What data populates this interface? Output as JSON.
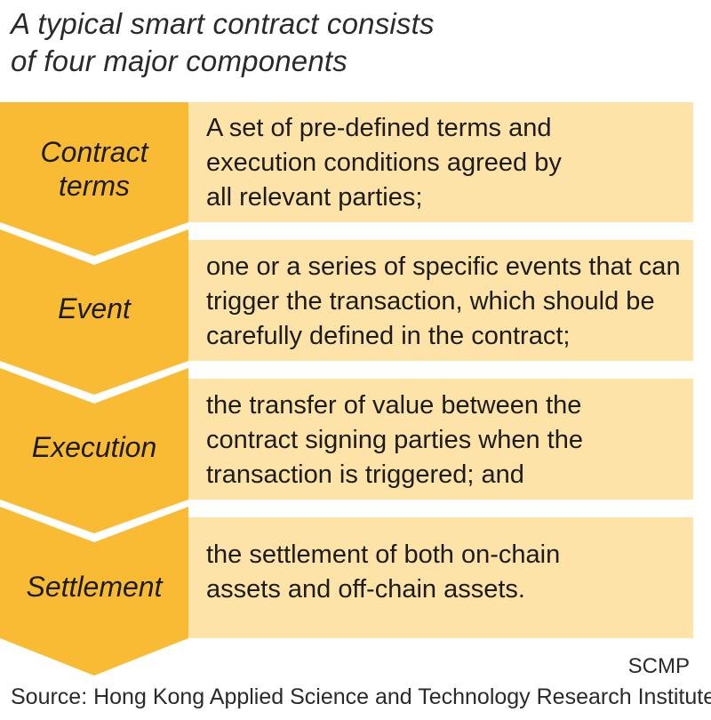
{
  "title": {
    "lines": [
      "A typical smart contract consists",
      "of four major components"
    ]
  },
  "colors": {
    "arrow": "#f9bb33",
    "description_bg": "#fde3a7",
    "text": "#1c1c1c"
  },
  "components": [
    {
      "label": [
        "Contract",
        "terms"
      ],
      "description": [
        "A set of pre-defined terms and",
        "execution conditions agreed by",
        "all relevant parties;"
      ]
    },
    {
      "label": [
        "Event"
      ],
      "description": [
        "one or a series of specific events that can",
        "trigger the transaction, which should be",
        "carefully defined in the contract;"
      ]
    },
    {
      "label": [
        "Execution"
      ],
      "description": [
        "the transfer of value between the",
        "contract signing parties when the",
        "transaction is triggered; and"
      ]
    },
    {
      "label": [
        "Settlement"
      ],
      "description": [
        "the settlement of both on-chain",
        "assets and off-chain assets."
      ]
    }
  ],
  "credit": "SCMP",
  "source": "Source: Hong Kong Applied Science and Technology Research Institute"
}
